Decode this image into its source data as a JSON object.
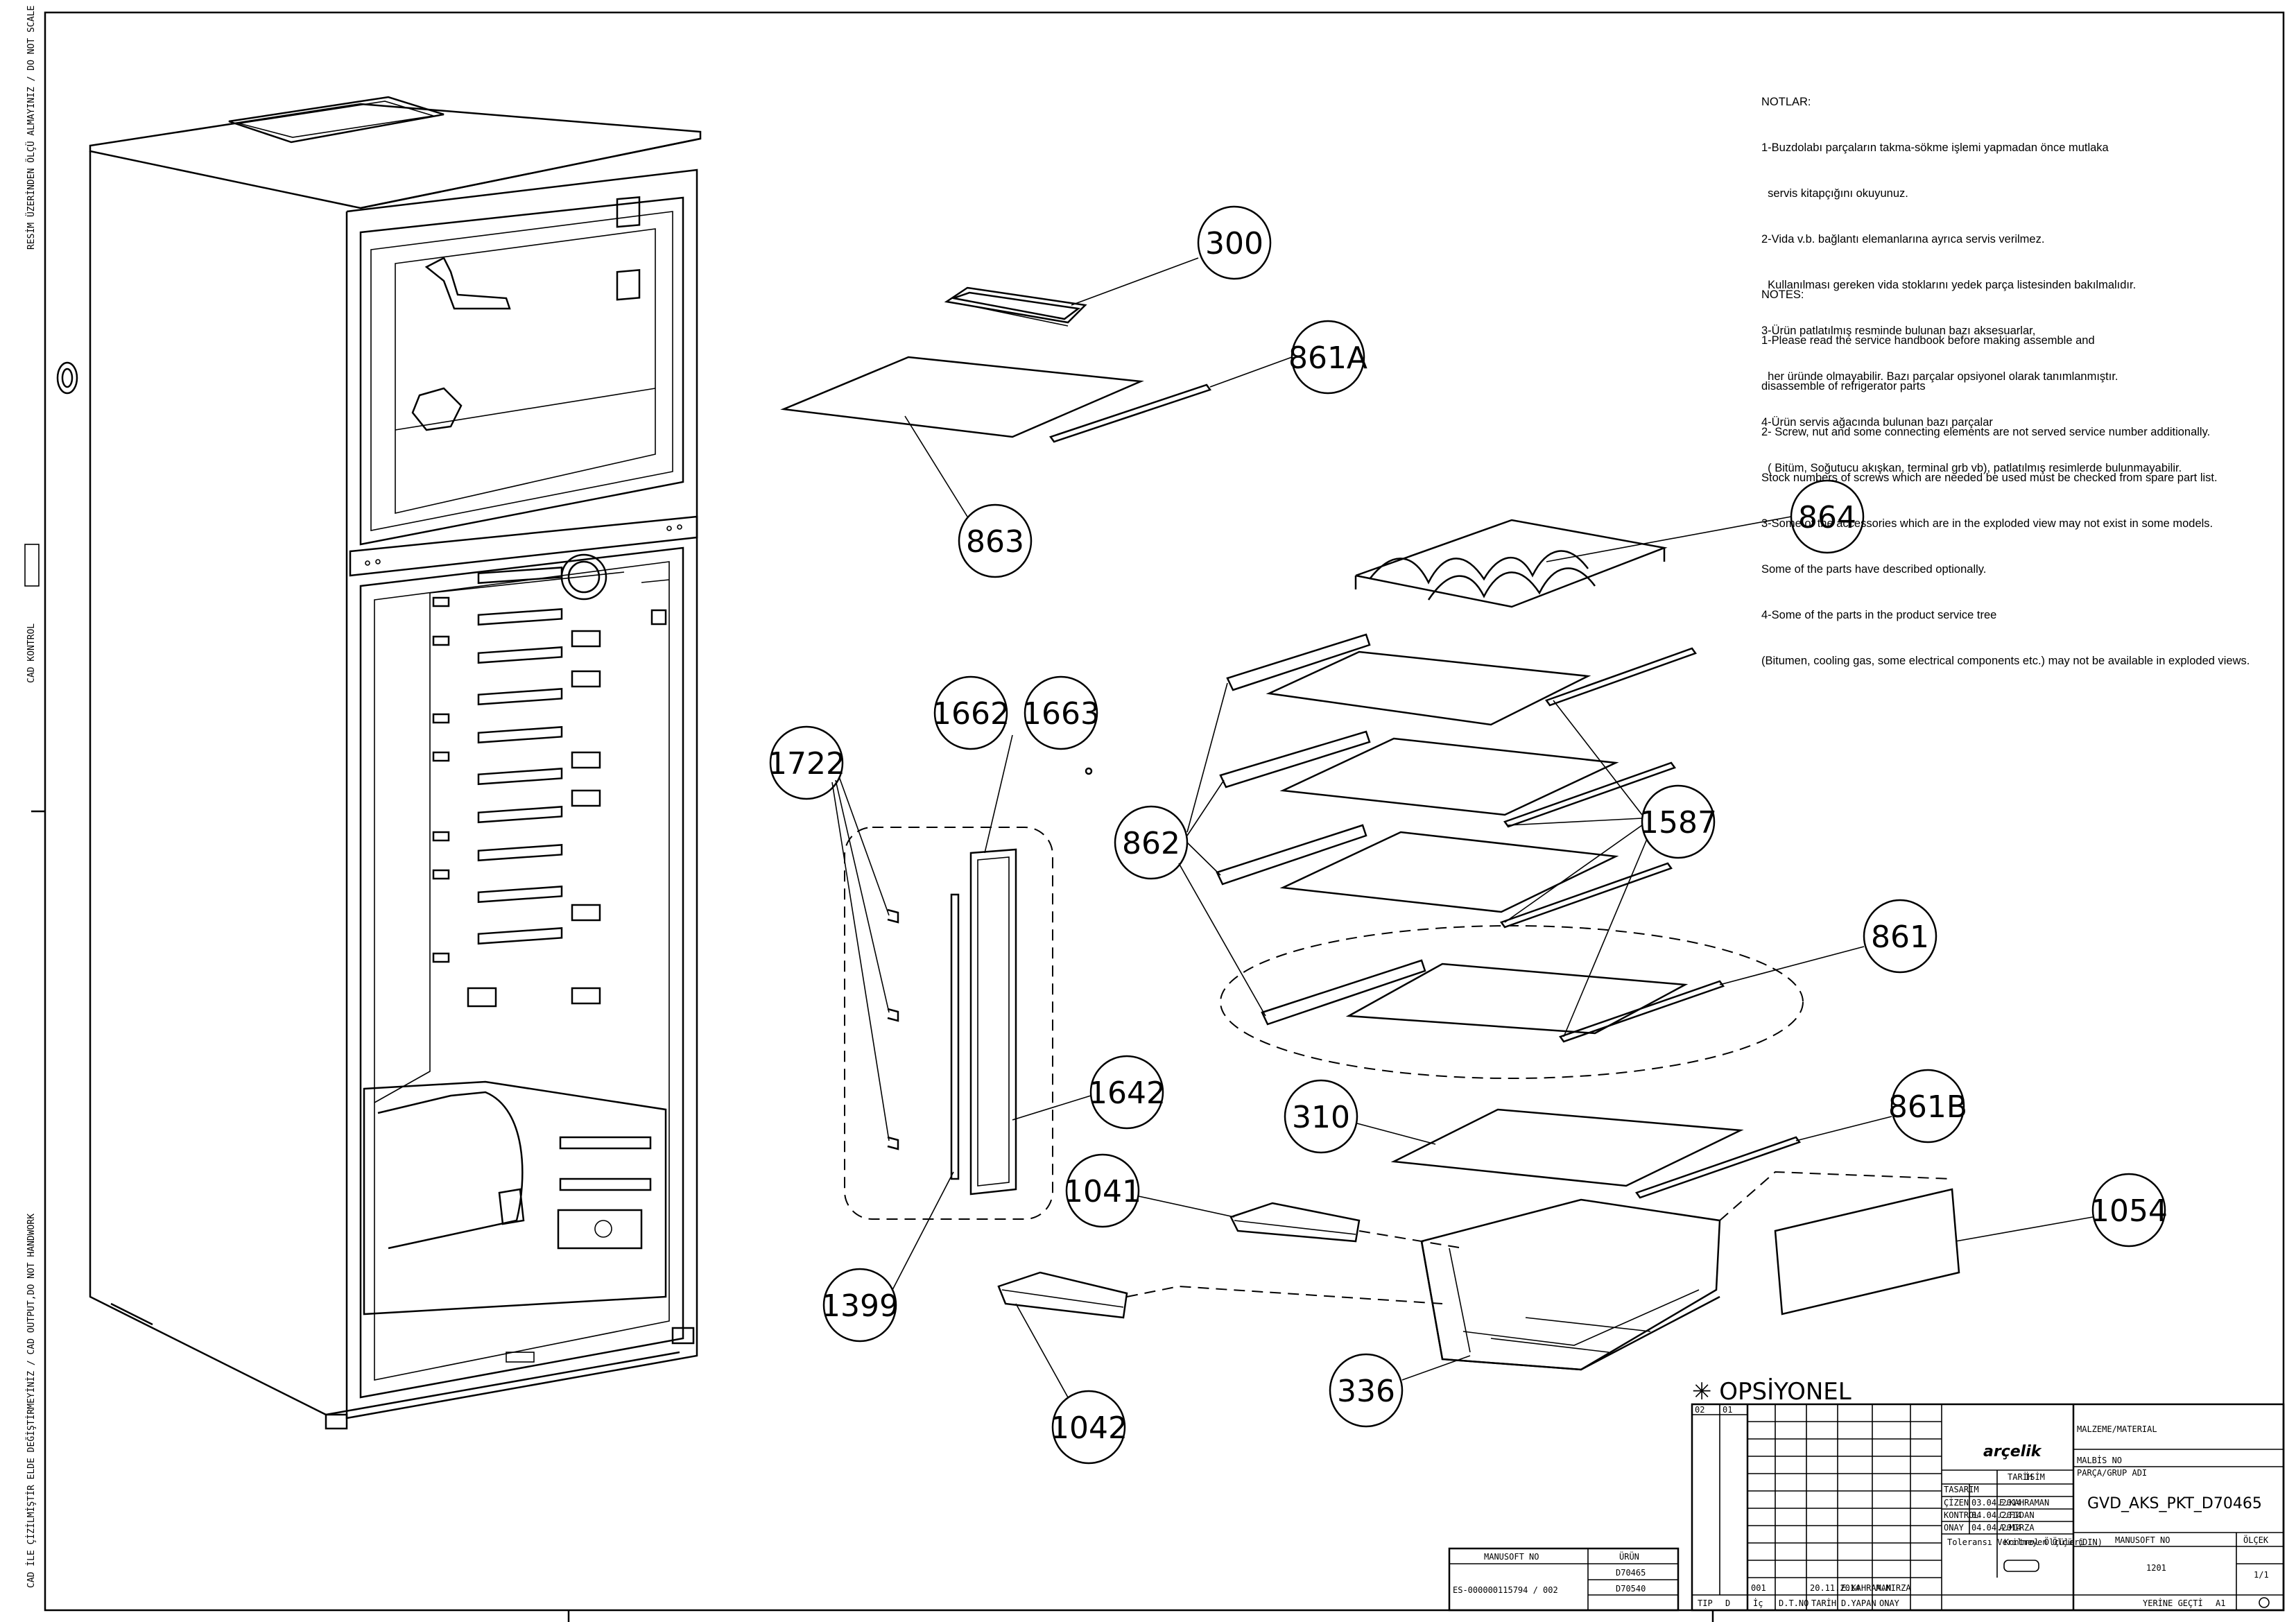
{
  "notes_tr": {
    "heading": "NOTLAR:",
    "lines": [
      "1-Buzdolabı parçaların takma-sökme işlemi yapmadan önce mutlaka",
      "  servis kitapçığını okuyunuz.",
      "2-Vida v.b. bağlantı elemanlarına ayrıca servis verilmez.",
      "  Kullanılması gereken vida stoklarını yedek parça listesinden bakılmalıdır.",
      "3-Ürün patlatılmış resminde bulunan bazı aksesuarlar,",
      "  her üründe olmayabilir. Bazı parçalar opsiyonel olarak tanımlanmıştır.",
      "4-Ürün servis ağacında bulunan bazı parçalar",
      "  ( Bitüm, Soğutucu akışkan, terminal grb vb), patlatılmış resimlerde bulunmayabilir."
    ]
  },
  "notes_en": {
    "heading": "NOTES:",
    "lines": [
      "1-Please read the service handbook before making assemble and",
      "disassemble of refrigerator parts",
      "2- Screw, nut and some connecting elements are not served service number additionally.",
      "Stock numbers of screws which are needed be used must be checked from spare part list.",
      "3-Some of the accessories which are in the exploded view may not exist in some models.",
      "Some of the parts have described optionally.",
      "4-Some of the parts in the product service tree",
      "(Bitumen, cooling gas, some electrical components etc.) may not be available in exploded views."
    ]
  },
  "callouts": [
    {
      "label": "300"
    },
    {
      "label": "861A"
    },
    {
      "label": "863"
    },
    {
      "label": "864"
    },
    {
      "label": "1722"
    },
    {
      "label": "1662"
    },
    {
      "label": "1663"
    },
    {
      "label": "862"
    },
    {
      "label": "1587"
    },
    {
      "label": "861"
    },
    {
      "label": "1642"
    },
    {
      "label": "310"
    },
    {
      "label": "861B"
    },
    {
      "label": "1041"
    },
    {
      "label": "1054"
    },
    {
      "label": "1399"
    },
    {
      "label": "1042"
    },
    {
      "label": "336"
    }
  ],
  "optional_label": "✳ OPSİYONEL",
  "side_labels": {
    "top": "RESİM ÜZERİNDEN ÖLÇÜ ALMAYINIZ / DO NOT SCALE",
    "middle": "CAD KONTROL",
    "bottom": "CAD İLE ÇİZİLMİŞTİR ELDE DEĞİŞTİRMEYİNİZ / CAD OUTPUT,DO NOT HANDWORK"
  },
  "title_block": {
    "brand": "arçelik",
    "material_label": "MALZEME/MATERIAL",
    "malbis_label": "MALBİS NO",
    "parca_label": "PARÇA/GRUP ADI",
    "part_name": "GVD_AKS_PKT_D70465",
    "tarih": "TARİH",
    "isim": "İSİM",
    "rows": [
      {
        "role": "TASARIM",
        "date": "",
        "name": ""
      },
      {
        "role": "ÇİZEN",
        "date": "03.04.2014",
        "name": "E.KAHRAMAN"
      },
      {
        "role": "KONTROL",
        "date": "04.04.2014",
        "name": "C.FIDAN"
      },
      {
        "role": "ONAY",
        "date": "04.04.2014",
        "name": "A.MIRZA"
      }
    ],
    "tolerance": "Toleransı\nVerilmeyen\nÖlçü (DIN)",
    "kontrol_olculeri": "Kontrol\nÖlçüleri",
    "manusoft_label": "MANUSOFT NO",
    "olcek_label": "ÖLÇEK",
    "manusoft_value": "1201",
    "scale_value": "1/1",
    "yerine_gecti": "YERİNE GEÇTİ",
    "sheet_size": "A1",
    "revision_codes": [
      "02",
      "01"
    ],
    "revision_row": {
      "no": "001",
      "date": "20.11.2014",
      "drawn": "E.KAHRAMAN",
      "approved": "A.MIRZA"
    },
    "revision_footer": [
      "TIP",
      "D",
      "İç",
      "D.T.NO",
      "TARİH",
      "D.YAPAN",
      "ONAY"
    ]
  },
  "product_table": {
    "manusoft_header": "MANUSOFT NO",
    "urun_header": "ÜRÜN",
    "manusoft_value": "ES-000000115794 / 002",
    "products": [
      "D70465",
      "D70540"
    ]
  }
}
